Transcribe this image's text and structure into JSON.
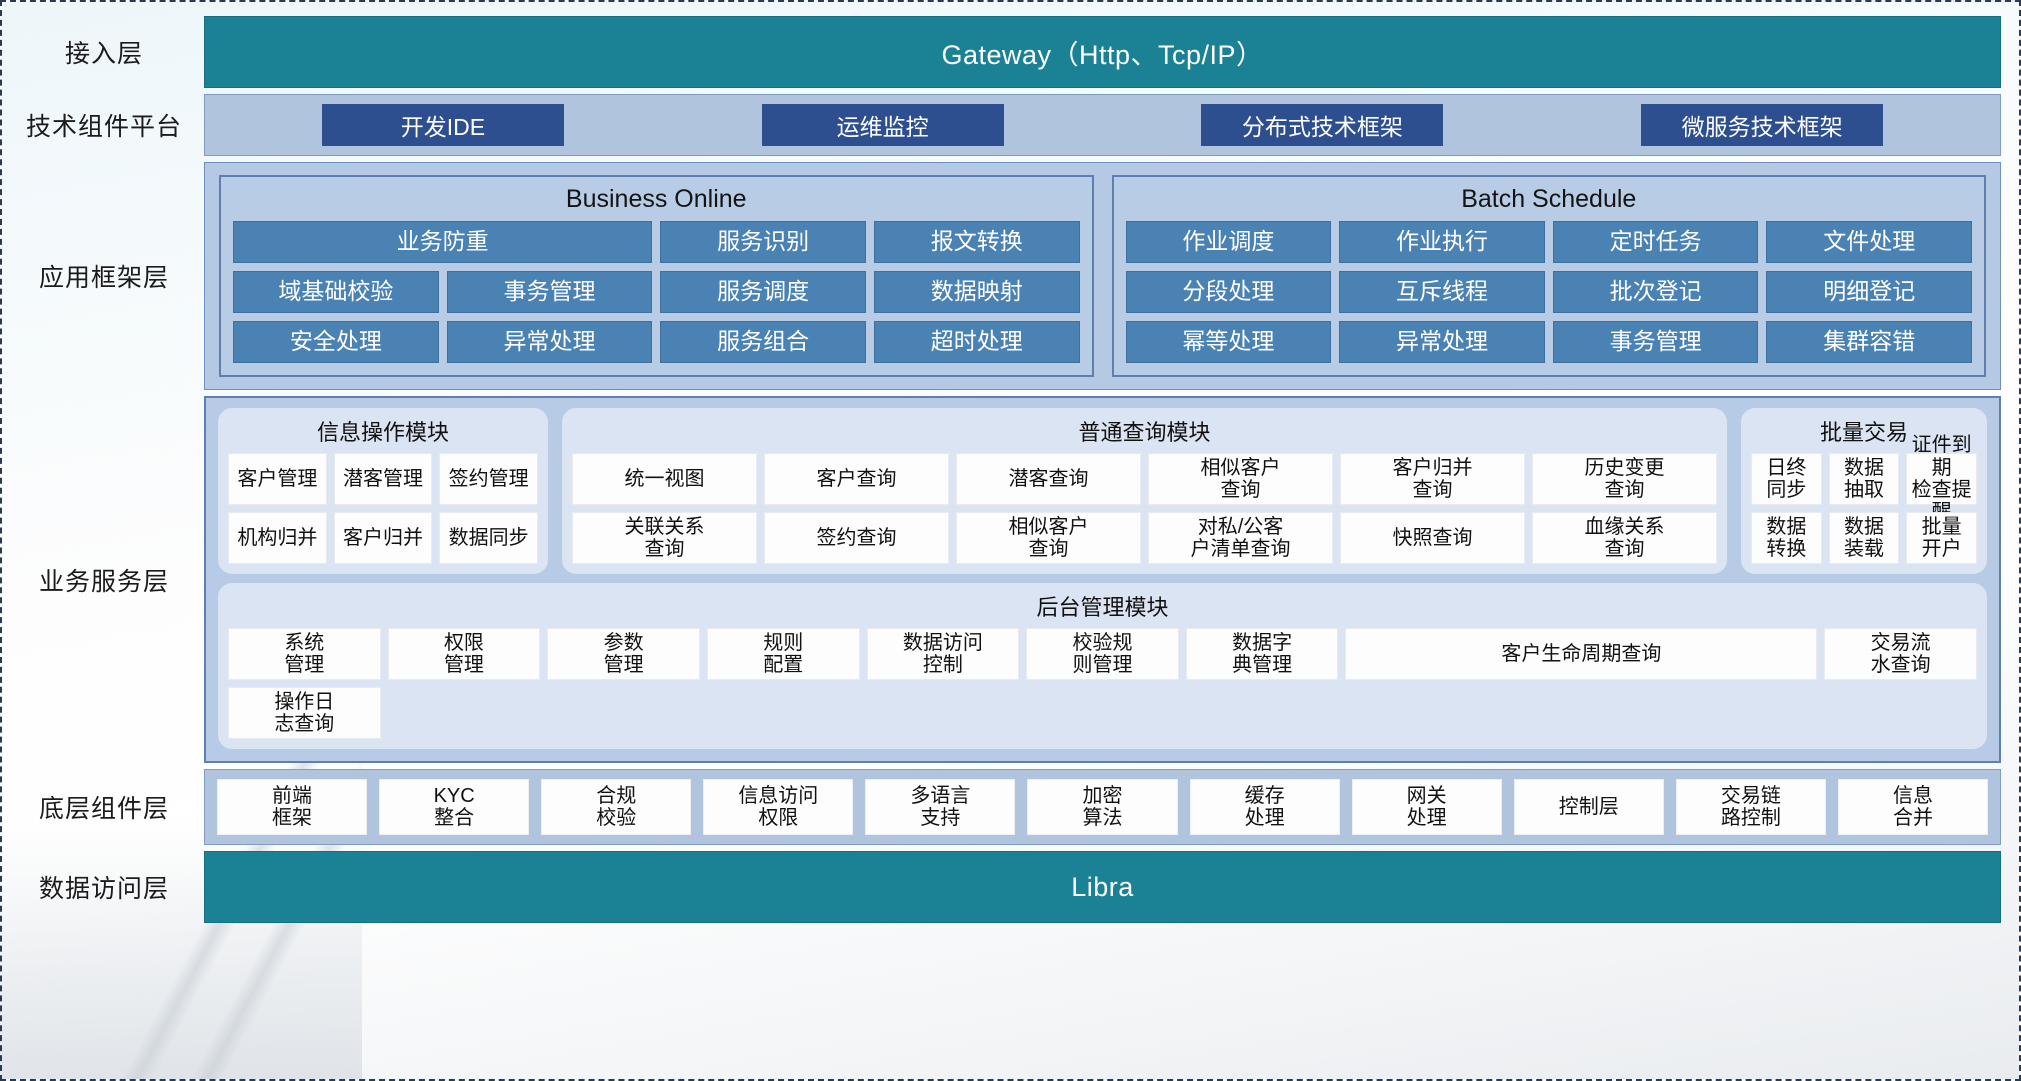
{
  "layers": {
    "access": "接入层",
    "tech": "技术组件平台",
    "app": "应用框架层",
    "biz": "业务服务层",
    "component": "底层组件层",
    "data": "数据访问层"
  },
  "colors": {
    "teal": "#1b8296",
    "tech_chip": "#2e4f8f",
    "app_chip": "#4b82b4",
    "band_light": "#b0c4dd",
    "panel_light": "#dbe4f2"
  },
  "access": {
    "gateway_label": "Gateway（Http、Tcp/IP）"
  },
  "tech": {
    "items": [
      {
        "label": "开发IDE"
      },
      {
        "label": "运维监控"
      },
      {
        "label": "分布式技术框架"
      },
      {
        "label": "微服务技术框架"
      }
    ]
  },
  "app": {
    "panels": [
      {
        "title": "Business Online",
        "items": [
          {
            "label": "业务防重",
            "span": 2
          },
          {
            "label": "服务识别",
            "span": 1
          },
          {
            "label": "报文转换",
            "span": 1
          },
          {
            "label": "域基础校验",
            "span": 1
          },
          {
            "label": "事务管理",
            "span": 1
          },
          {
            "label": "服务调度",
            "span": 1
          },
          {
            "label": "数据映射",
            "span": 1
          },
          {
            "label": "安全处理",
            "span": 1
          },
          {
            "label": "异常处理",
            "span": 1
          },
          {
            "label": "服务组合",
            "span": 1
          },
          {
            "label": "超时处理",
            "span": 1
          }
        ]
      },
      {
        "title": "Batch Schedule",
        "items": [
          {
            "label": "作业调度",
            "span": 1
          },
          {
            "label": "作业执行",
            "span": 1
          },
          {
            "label": "定时任务",
            "span": 1
          },
          {
            "label": "文件处理",
            "span": 1
          },
          {
            "label": "分段处理",
            "span": 1
          },
          {
            "label": "互斥线程",
            "span": 1
          },
          {
            "label": "批次登记",
            "span": 1
          },
          {
            "label": "明细登记",
            "span": 1
          },
          {
            "label": "幂等处理",
            "span": 1
          },
          {
            "label": "异常处理",
            "span": 1
          },
          {
            "label": "事务管理",
            "span": 1
          },
          {
            "label": "集群容错",
            "span": 1
          }
        ]
      }
    ]
  },
  "biz": {
    "info_module": {
      "title": "信息操作模块",
      "items": [
        {
          "label": "客户管理"
        },
        {
          "label": "潜客管理"
        },
        {
          "label": "签约管理"
        },
        {
          "label": "机构归并"
        },
        {
          "label": "客户归并"
        },
        {
          "label": "数据同步"
        }
      ]
    },
    "query_module": {
      "title": "普通查询模块",
      "items": [
        {
          "label": "统一视图"
        },
        {
          "label": "客户查询"
        },
        {
          "label": "潜客查询"
        },
        {
          "label": "相似客户\n查询"
        },
        {
          "label": "客户归并\n查询"
        },
        {
          "label": "历史变更\n查询"
        },
        {
          "label": "关联关系\n查询"
        },
        {
          "label": "签约查询"
        },
        {
          "label": "相似客户\n查询"
        },
        {
          "label": "对私/公客\n户清单查询"
        },
        {
          "label": "快照查询"
        },
        {
          "label": "血缘关系\n查询"
        }
      ]
    },
    "batch_module": {
      "title": "批量交易",
      "items": [
        {
          "label": "日终\n同步"
        },
        {
          "label": "数据\n抽取"
        },
        {
          "label": "证件到期\n检查提醒"
        },
        {
          "label": "数据\n转换"
        },
        {
          "label": "数据\n装载"
        },
        {
          "label": "批量\n开户"
        }
      ]
    },
    "admin_module": {
      "title": "后台管理模块",
      "items": [
        {
          "label": "系统\n管理",
          "span": 1
        },
        {
          "label": "权限\n管理",
          "span": 1
        },
        {
          "label": "参数\n管理",
          "span": 1
        },
        {
          "label": "规则\n配置",
          "span": 1
        },
        {
          "label": "数据访问\n控制",
          "span": 1
        },
        {
          "label": "校验规\n则管理",
          "span": 1
        },
        {
          "label": "数据字\n典管理",
          "span": 1
        },
        {
          "label": "客户生命周期查询",
          "span": 3
        },
        {
          "label": "交易流\n水查询",
          "span": 1
        },
        {
          "label": "操作日\n志查询",
          "span": 1
        }
      ]
    }
  },
  "component": {
    "items": [
      {
        "label": "前端\n框架"
      },
      {
        "label": "KYC\n整合"
      },
      {
        "label": "合规\n校验"
      },
      {
        "label": "信息访问\n权限"
      },
      {
        "label": "多语言\n支持"
      },
      {
        "label": "加密\n算法"
      },
      {
        "label": "缓存\n处理"
      },
      {
        "label": "网关\n处理"
      },
      {
        "label": "控制层"
      },
      {
        "label": "交易链\n路控制"
      },
      {
        "label": "信息\n合并"
      }
    ]
  },
  "data": {
    "label": "Libra"
  }
}
